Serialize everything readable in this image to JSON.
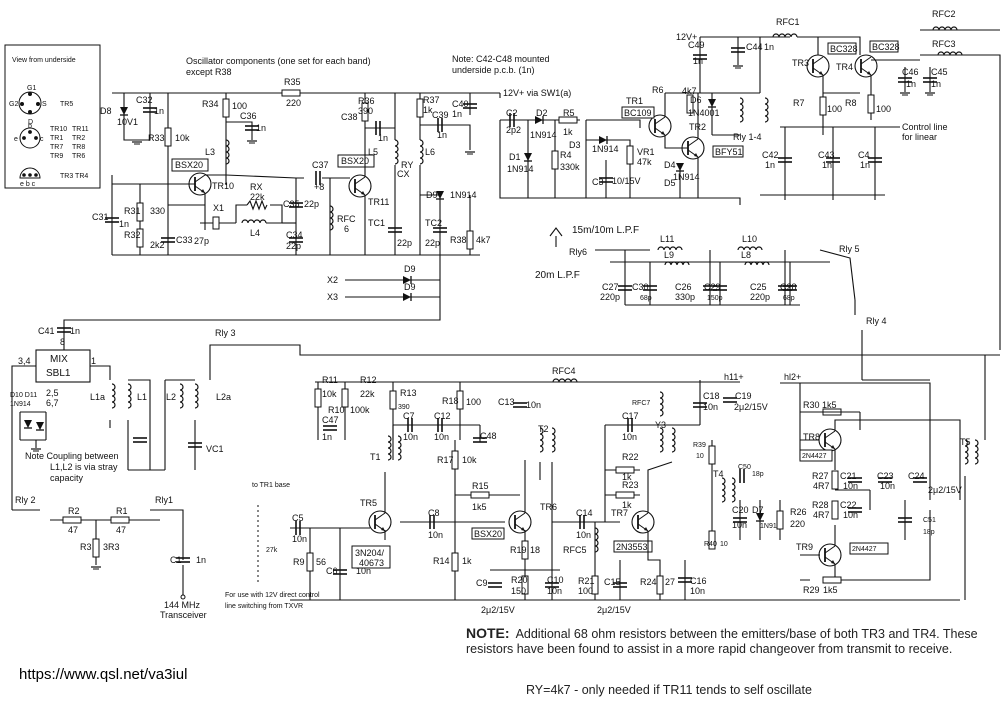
{
  "underside": {
    "title": "View from underside",
    "tr5_pins": [
      "G1",
      "G2",
      "S",
      "D"
    ],
    "tr5_name": "TR5",
    "tr10_pins": [
      "b",
      "e",
      "c"
    ],
    "tr10_names": [
      "TR10",
      "TR11",
      "TR1",
      "TR2",
      "TR7",
      "TR8",
      "TR9",
      "TR6"
    ],
    "tr3_pins": "e b c",
    "tr3_name": "TR3  TR4"
  },
  "notes": {
    "osc": "Oscillator components (one set for each band)",
    "osc2": "except R38",
    "c42": "Note: C42-C48 mounted",
    "c42b": "underside p.c.b. (1n)",
    "supply": "12V+ via SW1(a)",
    "supply2": "12V+",
    "control": "Control line",
    "control2": "for linear",
    "coupling": "Note  Coupling between",
    "coupling2": "L1,L2 is via stray",
    "coupling3": "capacity",
    "txvr": "For use with 12V direct control",
    "txvr2": "line switching from TXVR",
    "tr1base": "to TR1 base",
    "r27k": "27k",
    "mhz": "144 MHz",
    "mhz2": "Transceiver",
    "lpf1": "15m/10m L.P.F",
    "lpf2": "20m L.P.F",
    "h1": "h11+",
    "h2": "hl2+"
  },
  "labels": {
    "R35": "R35",
    "R35v": "220",
    "R34": "R34",
    "R34v": "100",
    "R33": "R33",
    "R33v": "10k",
    "R36": "R36",
    "R36v": "390",
    "R37": "R37",
    "R37v": "1k",
    "C40": "C40",
    "C40v": "1n",
    "C38": "C38",
    "C38v": "1n",
    "C39": "C39",
    "C39v": "1n",
    "C36": "C36",
    "C36v": "1n",
    "C32": "C32",
    "C32v": "1n",
    "D8": "D8",
    "D8v": "10V1",
    "BSX20": "BSX20",
    "TR10": "TR10",
    "TR11": "TR11",
    "RX": "RX",
    "RXv": "22k",
    "X1": "X1",
    "L4": "L4",
    "L3": "L3",
    "L5": "L5",
    "L6": "L6",
    "C37": "C37",
    "C37v": "+8",
    "C35": "C35",
    "C35v": "22p",
    "C34": "C34",
    "C34v": "22p",
    "C33": "C33",
    "C33v": "27p",
    "C31": "C31",
    "C31v": "1n",
    "R31": "R31",
    "R31v": "330",
    "R32": "R32",
    "R32v": "2k2",
    "RFC6": "RFC",
    "RFC6v": "6",
    "TC1": "TC1",
    "TC2": "TC2",
    "CX": "CX",
    "RY": "RY",
    "D9": "D9",
    "D9v": "1N914",
    "R38": "R38",
    "R38v": "4k7",
    "X2": "X2",
    "X3": "X3",
    "p22": "22p",
    "C2": "C2",
    "C2v": "2p2",
    "D1": "D1",
    "D1v": "1N914",
    "D2": "D2",
    "D2v": "1N914",
    "D3": "D3",
    "D3v": "1N914",
    "R5": "R5",
    "R5v": "1k",
    "R4": "R4",
    "R4v": "330k",
    "VR1": "VR1",
    "VR1v": "47k",
    "C3": "C3",
    "C3v": "10/15V",
    "TR1": "TR1",
    "BC109": "BC109",
    "TR2": "TR2",
    "BFY51": "BFY51",
    "R6": "R6",
    "R6v": "4k7",
    "D6": "D6",
    "D6v": "1N4001",
    "D4": "D4",
    "D4v": "1N914",
    "D5": "D5",
    "Rly14": "Rly 1-4",
    "C49": "C49",
    "C49v": "1n",
    "C44": "C44",
    "C44v": "1n",
    "RFC1": "RFC1",
    "RFC2": "RFC2",
    "RFC3": "RFC3",
    "TR3": "TR3",
    "TR4": "TR4",
    "BC328": "BC328",
    "R7": "R7",
    "R7v": "100",
    "R8": "R8",
    "R8v": "100",
    "C46": "C46",
    "C45": "C45",
    "C46v": "1n",
    "C42": "C42",
    "C43": "C43",
    "C4": "C4",
    "C1n": "1n",
    "L11": "L11",
    "L10": "L10",
    "L9": "L9",
    "L8": "L8",
    "C27": "C27",
    "C27v": "220p",
    "C30": "C30",
    "C30v": "68p",
    "C26": "C26",
    "C26v": "330p",
    "C29": "C29",
    "C29v": "150p",
    "C25": "C25",
    "C25v": "220p",
    "C28": "C28",
    "C28v": "68p",
    "Rly6": "Rly6",
    "Rly5": "Rly 5",
    "Rly4": "Rly 4",
    "Rly3": "Rly 3",
    "Rly2": "Rly 2",
    "Rly1": "Rly1",
    "C41": "C41",
    "C41v": "1n",
    "MIX": "MIX",
    "SBL1": "SBL1",
    "p34": "3,4",
    "p1": "1",
    "p8": "8",
    "p25": "2,5",
    "p67": "6,7",
    "D10": "D10 D11",
    "D10v": "1N914",
    "L1a": "L1a",
    "L1": "L1",
    "L2": "L2",
    "L2a": "L2a",
    "VC1": "VC1",
    "R2": "R2",
    "R2v": "47",
    "R1": "R1",
    "R1v": "47",
    "R3": "R3",
    "R3v": "3R3",
    "C1": "C1",
    "C1v": "1n",
    "R11": "R11",
    "R11v": "10k",
    "R12": "R12",
    "R12v": "22k",
    "R10": "R10",
    "R10v": "100k",
    "C47": "C47",
    "C47v": "1n",
    "R13": "R13",
    "R13v": "390",
    "C7": "C7",
    "C7v": "10n",
    "C12": "C12",
    "C12v": "10n",
    "R18": "R18",
    "R18v": "100",
    "C13": "C13",
    "C13v": "10n",
    "RFC4": "RFC4",
    "C48": "C48",
    "C48v": "n",
    "T1": "T1",
    "T2": "T2",
    "R17": "R17",
    "R17v": "10k",
    "R15": "R15",
    "R15v": "1k5",
    "TR5": "TR5",
    "TR5v": "3N204/",
    "TR5v2": "40673",
    "C5": "C5",
    "C5v": "10n",
    "C8": "C8",
    "C8v": "10n",
    "R9": "R9",
    "R9v": "56",
    "C6": "C6",
    "C6v": "10n",
    "R14": "R14",
    "R14v": "1k",
    "TR6": "TR6",
    "R19": "R19",
    "R19v": "18",
    "C9": "C9",
    "C9v": "2μ2/15V",
    "R20": "R20",
    "R20v": "150",
    "C10": "C10",
    "C10v": "10n",
    "C14": "C14",
    "C14v": "10n",
    "RFC5": "RFC5",
    "R21": "R21",
    "R21v": "100",
    "C17": "C17",
    "C17v": "10n",
    "RFC7": "RFC7",
    "Y3": "Y3",
    "R22": "R22",
    "R22v": "1k",
    "R23": "R23",
    "R23v": "1k",
    "TR7": "TR7",
    "TR7v": "2N3553",
    "C15": "C15",
    "C15v": "2μ2/15V",
    "R24": "R24",
    "R24v": "27",
    "C16": "C16",
    "C16v": "10n",
    "C18": "C18",
    "C18v": "10n",
    "C19": "C19",
    "C19v": "2μ2/15V",
    "R39": "R39",
    "R39v": "10",
    "T4": "T4",
    "C50": "C50",
    "C50v": "18p",
    "C20": "C20",
    "C20v": "10n",
    "D7": "D7",
    "D7v": "1N914",
    "R26": "R26",
    "R26v": "220",
    "R40": "R40",
    "R40v": "10",
    "R30": "R30",
    "R30v": "1k5",
    "TR8": "TR8",
    "TR8v": "2N4427",
    "R27": "R27",
    "R27v": "4R7",
    "C21": "C21",
    "C21v": "10n",
    "R28": "R28",
    "R28v": "4R7",
    "C22": "C22",
    "C22v": "10n",
    "C23": "C23",
    "C23v": "10n",
    "C24": "C24",
    "C24v": "2μ2/15V",
    "T5": "T5",
    "C51": "C51",
    "C51v": "18p",
    "TR9": "TR9",
    "TR9v": "2N4427",
    "R29": "R29",
    "R29v": "1k5"
  },
  "footer": {
    "note_head": "NOTE:",
    "note_body": "Additional 68 ohm resistors between the emitters/base of both TR3 and TR4. These resistors have been found to assist in a more rapid changeover from transmit to receive.",
    "ry_note": "RY=4k7 -  only needed if TR11 tends to self oscillate",
    "url": "https://www.qsl.net/va3iul"
  }
}
